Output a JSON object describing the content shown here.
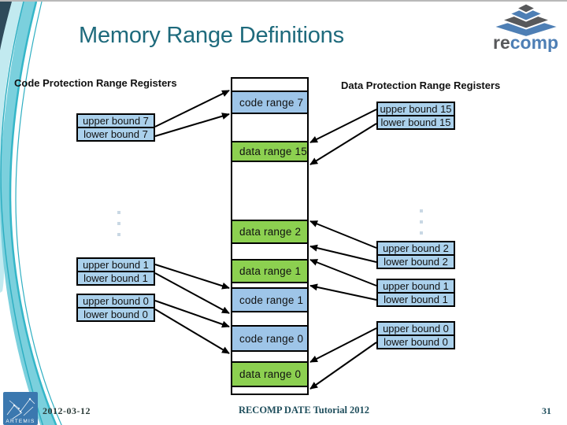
{
  "title": "Memory Range Definitions",
  "brand": {
    "re": "re",
    "comp": "comp"
  },
  "headings": {
    "code": "Code Protection Range Registers",
    "data": "Data Protection Range Registers"
  },
  "memory_map": {
    "rows": [
      {
        "type": "gap",
        "label": ""
      },
      {
        "type": "code",
        "label": "code range 7"
      },
      {
        "type": "gap",
        "label": ""
      },
      {
        "type": "data",
        "label": "data range 15"
      },
      {
        "type": "gap",
        "label": ""
      },
      {
        "type": "data",
        "label": "data range 2"
      },
      {
        "type": "gap",
        "label": ""
      },
      {
        "type": "data",
        "label": "data range 1"
      },
      {
        "type": "gap",
        "label": ""
      },
      {
        "type": "code",
        "label": "code range 1"
      },
      {
        "type": "gap",
        "label": ""
      },
      {
        "type": "code",
        "label": "code range 0"
      },
      {
        "type": "gap",
        "label": ""
      },
      {
        "type": "data",
        "label": "data range 0"
      },
      {
        "type": "gap",
        "label": ""
      }
    ]
  },
  "code_registers": [
    {
      "upper": "upper bound 7",
      "lower": "lower bound 7"
    },
    {
      "upper": "upper bound 1",
      "lower": "lower bound 1"
    },
    {
      "upper": "upper bound 0",
      "lower": "lower bound 0"
    }
  ],
  "data_registers": [
    {
      "upper": "upper bound 15",
      "lower": "lower bound 15"
    },
    {
      "upper": "upper bound 2",
      "lower": "lower bound 2"
    },
    {
      "upper": "upper bound 1",
      "lower": "lower bound 1"
    },
    {
      "upper": "upper bound 0",
      "lower": "lower bound 0"
    }
  ],
  "footer": {
    "date": "2012-03-12",
    "center": "RECOMP DATE Tutorial 2012",
    "page": "31"
  },
  "artemis_label": "ARTEMIS",
  "colors": {
    "code_fill": "#9ec5e8",
    "data_fill": "#8cd050",
    "register_fill": "#abd1ec",
    "title_teal": "#1e6a7c",
    "footer_teal": "#1f4e5c",
    "brand_gray": "#58595b",
    "brand_blue": "#4e7fb5",
    "deco_aqua": "#7bd0dd"
  }
}
